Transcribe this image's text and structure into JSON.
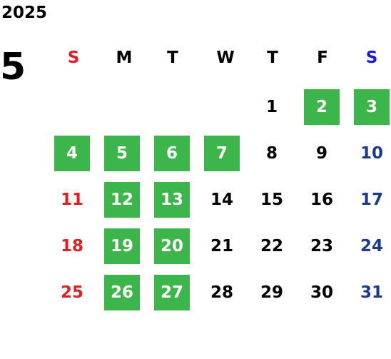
{
  "calendar": {
    "year": "2025",
    "month": "5",
    "colors": {
      "highlight_bg": "#3cb54a",
      "highlight_text": "#ffffff",
      "sunday": "#e02020",
      "saturday_header": "#1a1adb",
      "saturday_date": "#1a3a8c",
      "weekday": "#000000"
    },
    "weekdays": [
      {
        "label": "S",
        "kind": "sun"
      },
      {
        "label": "M",
        "kind": "weekday"
      },
      {
        "label": "T",
        "kind": "weekday"
      },
      {
        "label": "W",
        "kind": "weekday"
      },
      {
        "label": "T",
        "kind": "weekday"
      },
      {
        "label": "F",
        "kind": "weekday"
      },
      {
        "label": "S",
        "kind": "sat"
      }
    ],
    "weeks": [
      [
        null,
        null,
        null,
        null,
        {
          "d": "1"
        },
        {
          "d": "2",
          "hl": true
        },
        {
          "d": "3",
          "hl": true
        }
      ],
      [
        {
          "d": "4",
          "hl": true
        },
        {
          "d": "5",
          "hl": true
        },
        {
          "d": "6",
          "hl": true
        },
        {
          "d": "7",
          "hl": true
        },
        {
          "d": "8"
        },
        {
          "d": "9"
        },
        {
          "d": "10"
        }
      ],
      [
        {
          "d": "11"
        },
        {
          "d": "12",
          "hl": true
        },
        {
          "d": "13",
          "hl": true
        },
        {
          "d": "14"
        },
        {
          "d": "15"
        },
        {
          "d": "16"
        },
        {
          "d": "17"
        }
      ],
      [
        {
          "d": "18"
        },
        {
          "d": "19",
          "hl": true
        },
        {
          "d": "20",
          "hl": true
        },
        {
          "d": "21"
        },
        {
          "d": "22"
        },
        {
          "d": "23"
        },
        {
          "d": "24"
        }
      ],
      [
        {
          "d": "25"
        },
        {
          "d": "26",
          "hl": true
        },
        {
          "d": "27",
          "hl": true
        },
        {
          "d": "28"
        },
        {
          "d": "29"
        },
        {
          "d": "30"
        },
        {
          "d": "31"
        }
      ]
    ]
  }
}
